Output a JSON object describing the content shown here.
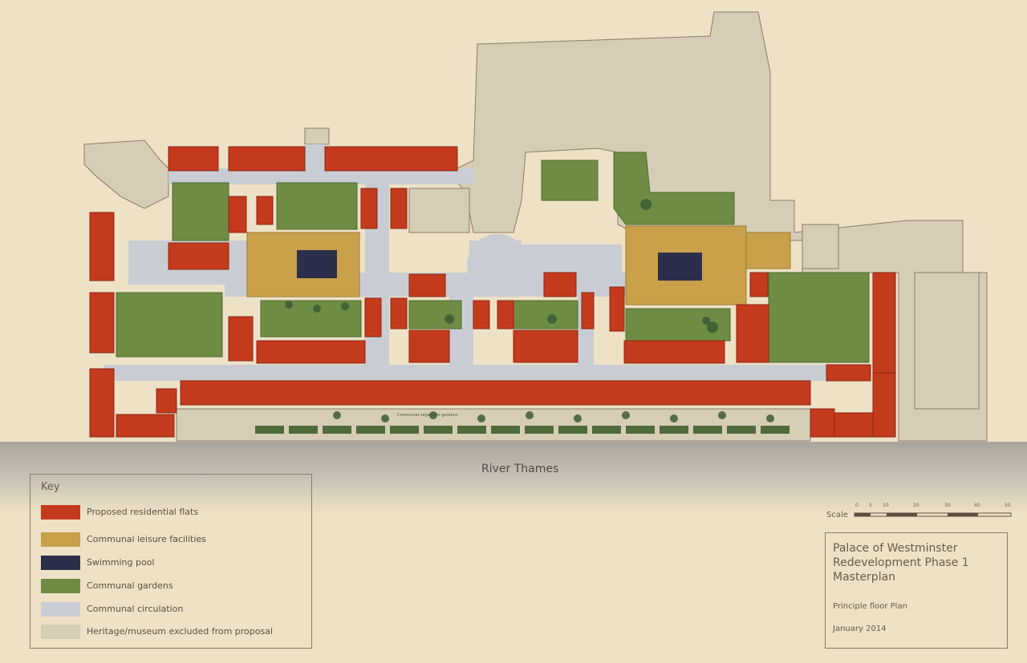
{
  "river_label": "River Thames",
  "gardens_label": "Communal vegetable gardens",
  "key": {
    "title": "Key",
    "items": [
      {
        "label": "Proposed residential flats",
        "color": "#c43a1d"
      },
      {
        "label": "Communal leisure facilities",
        "color": "#c9a14a"
      },
      {
        "label": "Swimming pool",
        "color": "#2c2f4a"
      },
      {
        "label": "Communal gardens",
        "color": "#6f8c45"
      },
      {
        "label": "Communal circulation",
        "color": "#c9cdd3"
      },
      {
        "label": "Heritage/museum excluded from proposal",
        "color": "#d6cdb6"
      }
    ]
  },
  "scale": {
    "label": "Scale",
    "ticks": [
      "0",
      "5",
      "10",
      "20",
      "30",
      "40",
      "50"
    ]
  },
  "title_block": {
    "title": "Palace of Westminster\nRedevelopment Phase 1\nMasterplan",
    "subtitle": "Principle floor Plan",
    "date": "January 2014"
  },
  "colors": {
    "background": "#ede1c6",
    "river": "#b8b3a9",
    "outline": "#8a7b6a",
    "text": "#6b5a4a"
  }
}
